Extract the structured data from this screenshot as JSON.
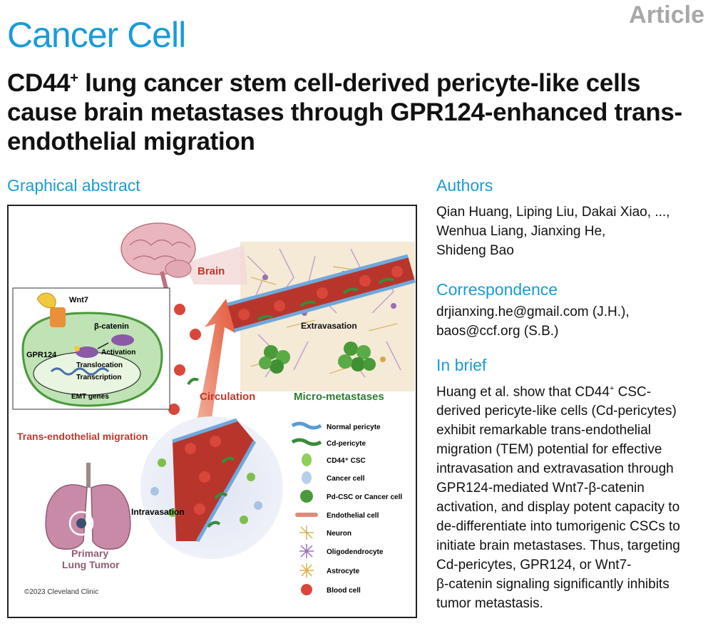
{
  "journal": "Cancer Cell",
  "article_type": "Article",
  "title": {
    "pre": "CD44",
    "sup": "+",
    "rest": " lung cancer stem cell-derived pericyte-like cells cause brain metastases through GPR124-enhanced trans-endothelial migration"
  },
  "sections": {
    "graphical_abstract": "Graphical abstract",
    "authors": "Authors",
    "correspondence": "Correspondence",
    "in_brief": "In brief"
  },
  "authors": [
    "Qian Huang, Liping Liu, Dakai Xiao, ...,",
    "Wenhua Liang, Jianxing He,",
    "Shideng Bao"
  ],
  "correspondence": [
    "drjianxing.he@gmail.com (J.H.),",
    "baos@ccf.org (S.B.)"
  ],
  "in_brief": {
    "line1_pre": "Huang et al. show that CD44",
    "line1_sup": "+",
    "line1_post": " CSC-",
    "lines": [
      "derived pericyte-like cells (Cd-pericytes)",
      "exhibit remarkable trans-endothelial",
      "migration (TEM) potential for effective",
      "intravasation and extravasation through",
      "GPR124-mediated Wnt7-β-catenin",
      "activation, and display potent capacity to",
      "de-differentiate into tumorigenic CSCs to",
      "initiate brain metastases. Thus, targeting",
      "Cd-pericytes, GPR124, or Wnt7-",
      "β-catenin signaling significantly inhibits",
      "tumor metastasis."
    ]
  },
  "figure": {
    "brain": "Brain",
    "wnt7": "Wnt7",
    "beta_catenin": "β-catenin",
    "gpr124": "GPR124",
    "activation": "Activation",
    "translocation": "Translocation",
    "transcription": "Transcription",
    "emt_genes": "EMT genes",
    "tem": "Trans-endothelial migration",
    "extravasation": "Extravasation",
    "circulation": "Circulation",
    "micro_metastases": "Micro-metastases",
    "intravasation": "Intravasation",
    "primary_1": "Primary",
    "primary_2": "Lung Tumor",
    "copyright": "©2023 Cleveland Clinic",
    "legend": [
      {
        "label": "Normal pericyte",
        "icon": "normal-pericyte-icon"
      },
      {
        "label": "Cd-pericyte",
        "icon": "cd-pericyte-icon"
      },
      {
        "label": "CD44⁺ CSC",
        "icon": "cd44-csc-icon"
      },
      {
        "label": "Cancer cell",
        "icon": "cancer-cell-icon"
      },
      {
        "label": "Pd-CSC or Cancer cell",
        "icon": "pd-csc-icon"
      },
      {
        "label": "Endothelial cell",
        "icon": "endothelial-cell-icon"
      },
      {
        "label": "Neuron",
        "icon": "neuron-icon"
      },
      {
        "label": "Oligodendrocyte",
        "icon": "oligodendrocyte-icon"
      },
      {
        "label": "Astrocyte",
        "icon": "astrocyte-icon"
      },
      {
        "label": "Blood cell",
        "icon": "blood-cell-icon"
      }
    ],
    "colors": {
      "accent_blue": "#1a9bd7",
      "membrane_green": "#4a9a3a",
      "vessel_red": "#b8352c",
      "label_red": "#c0392b",
      "label_green": "#2e7d32",
      "lung_pink": "#c98aa8"
    }
  }
}
